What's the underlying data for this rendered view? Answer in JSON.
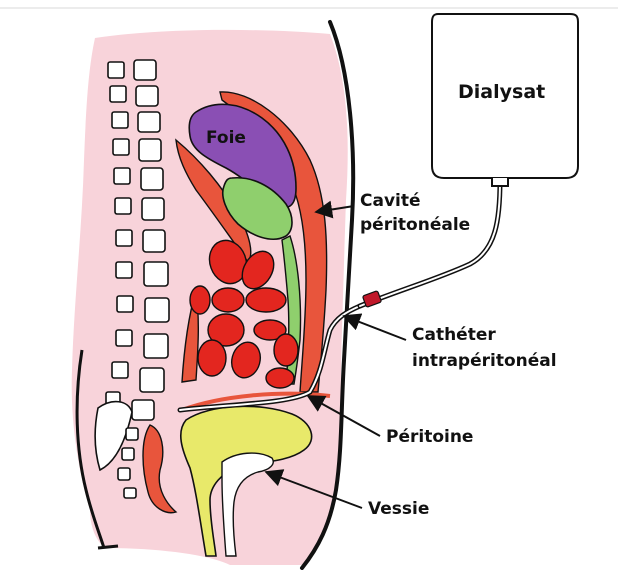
{
  "diagram": {
    "labels": {
      "dialysat": "Dialysat",
      "foie": "Foie",
      "cavite_line1": "Cavité",
      "cavite_line2": "péritonéale",
      "catheter_line1": "Cathéter",
      "catheter_line2": "intrapéritonéal",
      "peritoine": "Péritoine",
      "vessie": "Vessie"
    },
    "colors": {
      "skin": "#f8d3da",
      "peritoneum": "#e8553c",
      "intestine": "#e3261f",
      "liver": "#8a4fb4",
      "stomach": "#8fcf6d",
      "bladder": "#e8e96a",
      "spine": "#ffffff",
      "catheter_clamp": "#c0182a"
    }
  }
}
